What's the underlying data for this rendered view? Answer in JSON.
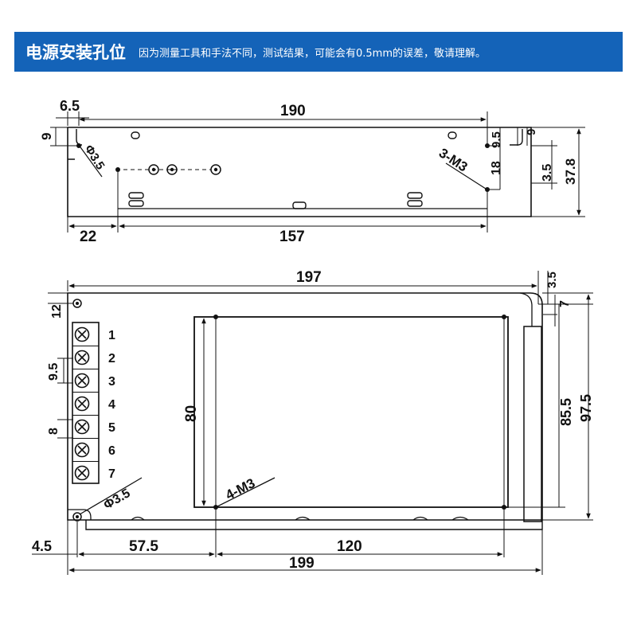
{
  "banner": {
    "title": "电源安装孔位",
    "note": "因为测量工具和手法不同，测试结果，可能会有0.5mm的误差，敬请理解。",
    "background_color": "#1463b8",
    "text_color": "#ffffff"
  },
  "top_view": {
    "dims": {
      "d6_5": "6.5",
      "d190": "190",
      "d9_left": "9",
      "d3_5_dia": "Φ3.5",
      "d9_5": "9.5",
      "d9_right": "9",
      "d3m3": "3-M3",
      "d18": "18",
      "d3_5": "3.5",
      "d37_8": "37.8",
      "d22": "22",
      "d157": "157"
    }
  },
  "bottom_view": {
    "dims": {
      "d197": "197",
      "d3_5": "3.5",
      "d12": "12",
      "d7": "7",
      "d9_5": "9.5",
      "d8": "8",
      "d80": "80",
      "d85_5": "85.5",
      "d97_5": "97.5",
      "d4m3": "4-M3",
      "d3_5_dia": "Φ3.5",
      "d4_5": "4.5",
      "d57_5": "57.5",
      "d120": "120",
      "d199": "199"
    },
    "terminals": [
      "1",
      "2",
      "3",
      "4",
      "5",
      "6",
      "7"
    ]
  }
}
